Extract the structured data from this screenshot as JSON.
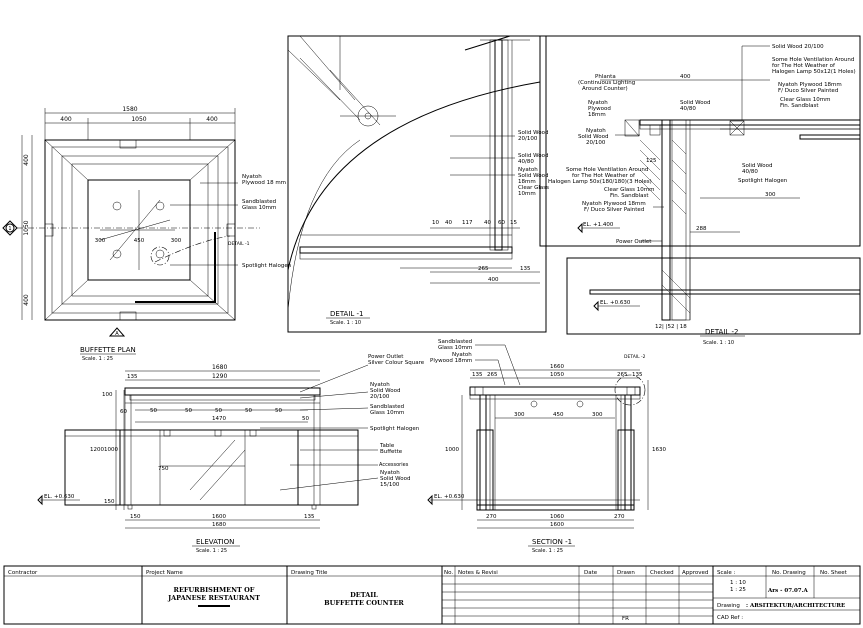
{
  "buffet_plan": {
    "title": "BUFFETTE PLAN",
    "scale": "Scale.      1 : 25",
    "dim_total": "1580",
    "dim_left": "400",
    "dim_mid": "1050",
    "dim_right": "400",
    "dim_side_top": "400",
    "dim_side_mid": "1050",
    "dim_side_bot": "400",
    "dim_300_left": "300",
    "dim_450": "450",
    "dim_300_right": "300",
    "note_plywood": "Nyatoh\nPlywood 18 mm",
    "note_glass": "Sandblasted\nGlass 10mm",
    "note_halogen": "Spotlight Halogen",
    "detail_tag": "DETAIL -1",
    "marker_num": "1",
    "marker_letter": "A"
  },
  "detail1": {
    "title": "DETAIL -1",
    "scale": "Scale.   1 : 10",
    "note_wood1": "Solid Wood\n20/100",
    "note_wood2": "Solid Wood\n40/80",
    "note_plywood": "Nyatoh\nSolid Wood\n18mm\nClear Glass\n10mm",
    "dims_bottom": [
      "10",
      "40",
      "117",
      "40",
      "60",
      "15"
    ],
    "dim_265": "265",
    "dim_135": "135",
    "dim_400": "400"
  },
  "detail2": {
    "title": "DETAIL -2",
    "scale": "Scale.   1 : 10",
    "note_top_wood": "Solid Wood 20/100",
    "note_vent": "Some Hole Ventilation Around\nfor The Hot Weather of\nHalogen Lamp 50x12(1 Holes)",
    "note_plywood_top": "Nyatoh Plywood 18mm\nF/ Duco Silver Painted",
    "note_clear_glass": "Clear Glass 10mm\nFin. Sandblast",
    "note_phlanta": "Phlanta\n(Continuous Lighting\nAround Counter)",
    "note_nyatoh": "Nyatoh\nPlywood\n18mm",
    "note_solid_wood_a": "Solid Wood\n40/80",
    "note_solid_wood_b": "Solid Wood\n20/100",
    "note_vent2": "Some Hole Ventilation Around\nfor The Hot Weather of\nHalogen Lamp 50x(180/180)(3 Holes)",
    "note_clear_glass2": "Clear Glass 10mm\nFin. Sandblast",
    "note_nyatoh2": "Nyatoh Plywood 18mm\nF/ Duco Silver Painted",
    "note_solid_wood_c": "Solid Wood\n40/80",
    "note_spot": "Spotlight Halogen",
    "note_power": "Power Outlet",
    "level1": "EL. +1.400",
    "level2": "EL. +0.630",
    "dim_400": "400",
    "dim_300": "300",
    "dim_288": "288",
    "dim_125": "125",
    "dims_bottom": "12|  |52  |  18"
  },
  "elevation": {
    "title": "ELEVATION",
    "scale": "Scale.      1 : 25",
    "dim_top1": "1680",
    "dim_top2": "1290",
    "dim_top_left": "135",
    "dims_slots": [
      "50",
      "50",
      "50",
      "50",
      "50"
    ],
    "dim_1470": "1470",
    "dim_bottom1": "1600",
    "dim_bottom2": "1680",
    "dim_150": "150",
    "dim_135": "135",
    "dim_750": "750",
    "dim_h_1200": "1200",
    "dim_h_1000": "1000",
    "dim_h_100": "100",
    "dim_h_60": "60",
    "dim_h_50": "50",
    "level": "EL. +0.630",
    "note_power": "Power Outlet\nSilver Colour Square",
    "note_nyatoh": "Nyatoh\nSolid Wood\n20/100",
    "note_glass": "Sandblasted\nGlass 10mm",
    "note_halogen": "Spotlight Halogen",
    "note_table": "Table\nBuffette",
    "note_accessories": "Accessories",
    "note_nyatoh2": "Nyatoh\nSolid Wood\n15/100"
  },
  "section1": {
    "title": "SECTION -1",
    "scale": "Scale.      1 : 25",
    "note_glass": "Sandblasted\nGlass 10mm",
    "note_nyatoh": "Nyatoh\nPlywood 18mm",
    "dim_1660": "1660",
    "dim_1050": "1050",
    "dim_300a": "300",
    "dim_450": "450",
    "dim_300b": "300",
    "dim_l1": "135",
    "dim_l2": "265",
    "dim_r1": "265",
    "dim_r2": "135",
    "dim_h1000": "1000",
    "dim_h1630": "1630",
    "dim_b1": "270",
    "dim_b2": "1060",
    "dim_b3": "270",
    "dim_b_total": "1600",
    "level": "EL. +0.630",
    "detail_tag": "DETAIL -2"
  },
  "title_block": {
    "contractor_label": "Contractor",
    "project_label": "Project Name",
    "project_name": "REFURBISHMENT OF\nJAPANESE RESTAURANT",
    "drawing_title_label": "Drawing Title",
    "drawing_title": "DETAIL\nBUFFETTE COUNTER",
    "no_label": "No.",
    "notes_label": "Notes & Revisi",
    "date_label": "Date",
    "drawn_label": "Drawn",
    "checked_label": "Checked",
    "approved_label": "Approved",
    "scale_label": "Scale :",
    "scale_value": "1 : 10\n1 : 25",
    "no_drawing_label": "No. Drawing",
    "no_sheet_label": "No. Sheet",
    "drawing_number": "Ars - 07.07.A",
    "drawing_label": "Drawing",
    "drawing_value": ": ARSITEKTUR/ARCHITECTURE",
    "cad_label": "CAD Ref :",
    "drawn_value": "FR"
  }
}
